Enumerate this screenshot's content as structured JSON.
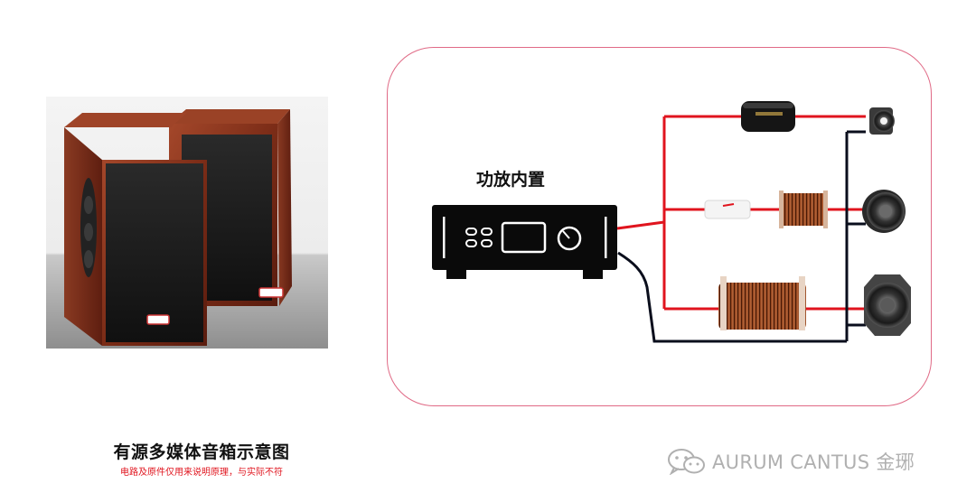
{
  "diagram": {
    "amp_label": "功放内置"
  },
  "caption": {
    "title": "有源多媒体音箱示意图",
    "note": "电路及原件仅用来说明原理，与实际不符"
  },
  "watermark": {
    "text": "AURUM CANTUS 金琊"
  },
  "colors": {
    "frame_border": "#e06a86",
    "positive_wire": "#e0141e",
    "negative_wire": "#0a0e1c",
    "speaker_wood": "#7a2a16",
    "watermark": "#b0b0b0"
  },
  "icons": {
    "photo": "bookshelf-speakers-photo",
    "amplifier": "amplifier-icon",
    "capacitor": "capacitor-icon",
    "inductor": "inductor-coil-icon",
    "tweeter": "tweeter-icon",
    "midrange": "midrange-driver-icon",
    "woofer": "woofer-icon",
    "watermark": "wechat-icon"
  }
}
